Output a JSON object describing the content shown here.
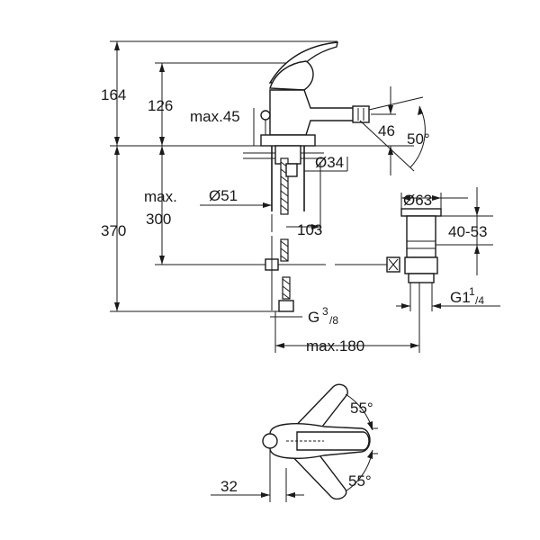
{
  "colors": {
    "line": "#1a1a1a",
    "background": "#ffffff"
  },
  "side_view": {
    "dim_164": "164",
    "dim_126": "126",
    "dim_max45": "max.45",
    "dim_46": "46",
    "dim_50deg": "50°",
    "dim_d34": "Ø34",
    "dim_d51": "Ø51",
    "dim_max": "max.",
    "dim_300": "300",
    "dim_370": "370",
    "dim_103": "103",
    "dim_d63": "Ø63",
    "dim_40_53": "40-53",
    "dim_g1_base": "G1",
    "dim_g1_num": "1",
    "dim_g1_den": "/4",
    "dim_g38_base": "G",
    "dim_g38_num": "3",
    "dim_g38_den": "/8",
    "dim_max180": "max.180"
  },
  "top_view": {
    "dim_55_upper": "55°",
    "dim_55_lower": "55°",
    "dim_32": "32"
  }
}
